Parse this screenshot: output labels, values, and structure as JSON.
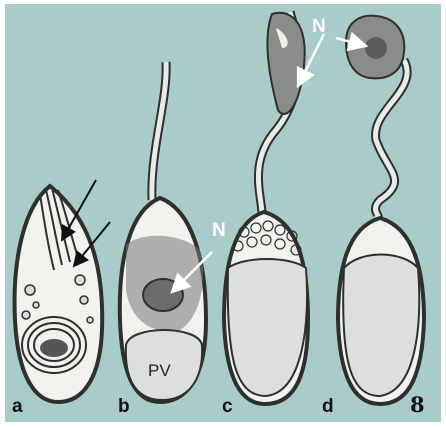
{
  "figure": {
    "background": "#a9cbc9",
    "frame_color": "#ffffff",
    "cytoplasm_color": "#f1f2ee",
    "vacuole_color": "#dcdfdd",
    "nucleus_color": "#8a8c8a",
    "outline_color": "#2e302f",
    "panel_labels": [
      "a",
      "b",
      "c",
      "d"
    ],
    "figure_number": "8",
    "nucleus_label_b": "N",
    "nucleus_label_d": "N",
    "vacuole_label": "PV"
  }
}
